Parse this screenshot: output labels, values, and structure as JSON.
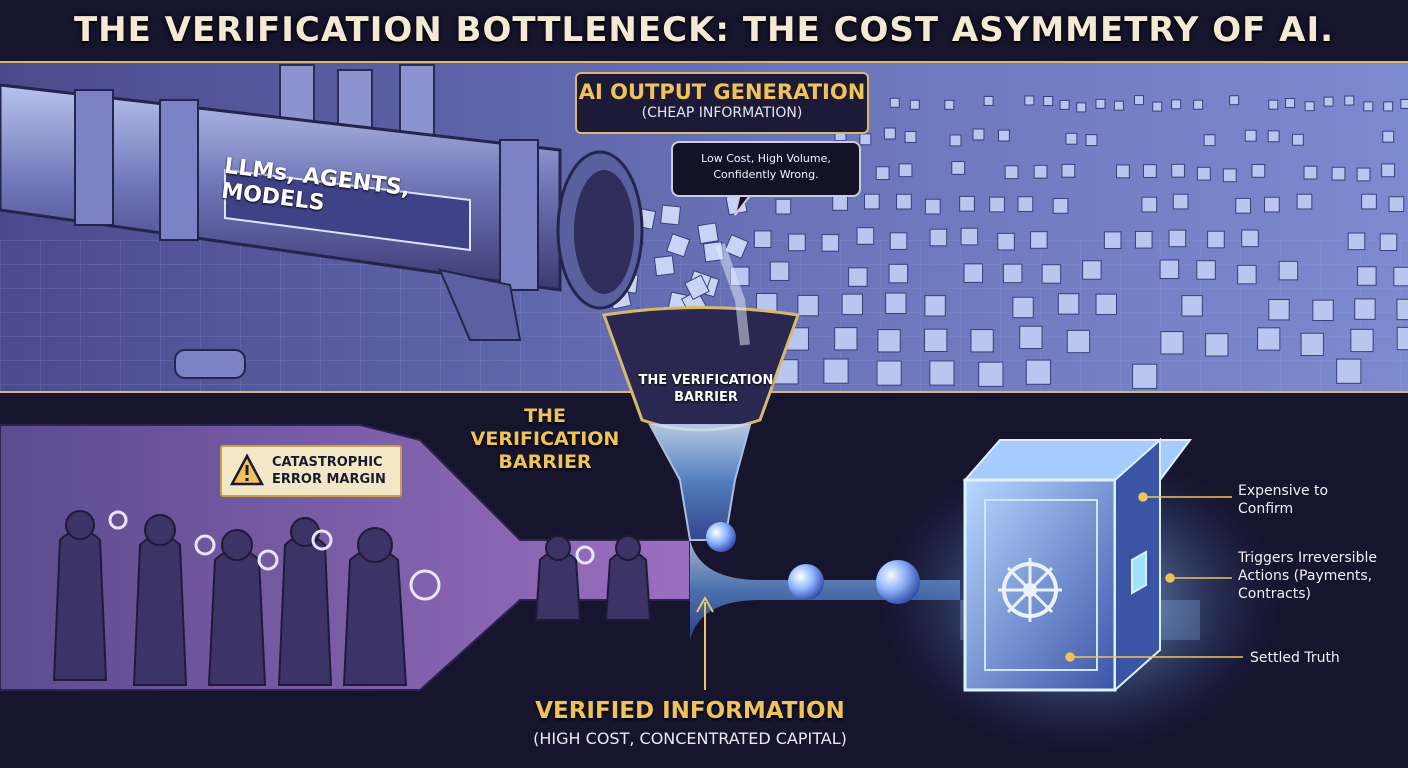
{
  "title": "THE VERIFICATION BOTTLENECK: THE COST ASYMMETRY OF AI.",
  "pipe": {
    "label": "LLMs, AGENTS, MODELS"
  },
  "generation": {
    "title": "AI OUTPUT GENERATION",
    "subtitle": "(CHEAP INFORMATION)",
    "bubble": [
      "Low Cost, High Volume,",
      "Confidently Wrong."
    ]
  },
  "funnel": {
    "label": [
      "THE VERIFICATION",
      "BARRIER"
    ]
  },
  "barrier_callout": [
    "THE",
    "VERIFICATION",
    "BARRIER"
  ],
  "error_box": {
    "icon": "warning-icon",
    "lines": [
      "CATASTROPHIC",
      "ERROR MARGIN"
    ]
  },
  "verified": {
    "title": "VERIFIED INFORMATION",
    "subtitle": "(HIGH COST, CONCENTRATED CAPITAL)"
  },
  "vault_annotations": [
    [
      "Expensive to",
      "Confirm"
    ],
    [
      "Triggers Irreversible",
      "Actions (Payments,",
      "Contracts)"
    ],
    [
      "Settled Truth"
    ]
  ],
  "colors": {
    "background": "#17152e",
    "accent_gold": "#f0c35a",
    "glow_blue": "#7fc4ff",
    "top_panel": "#5a5a9e",
    "bottom_left_panel": "#7f5fa8"
  },
  "icons": [
    "warning-icon",
    "magnifier-icon",
    "vault-dial-icon",
    "arrow-up-icon"
  ]
}
